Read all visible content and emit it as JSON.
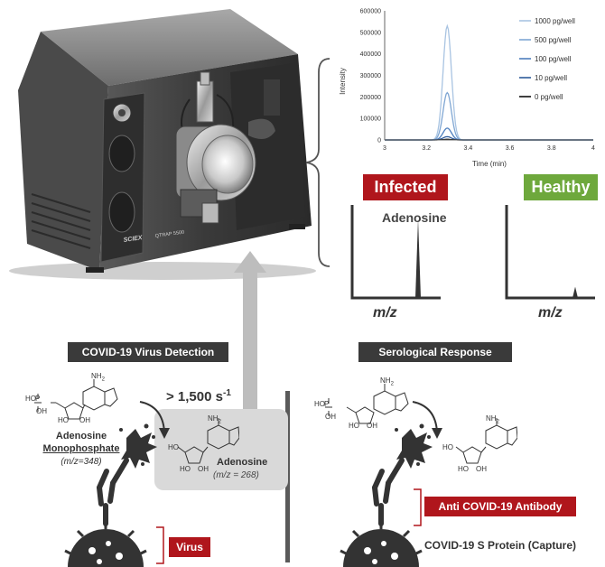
{
  "instrument": {
    "brand": "SCIEX",
    "model": "QTRAP 5500"
  },
  "chart_data": {
    "type": "line",
    "xlabel": "Time (min)",
    "ylabel": "Intensity",
    "xlim": [
      3,
      4
    ],
    "ylim": [
      0,
      600000
    ],
    "x_ticks": [
      "3",
      "3.2",
      "3.4",
      "3.6",
      "3.8",
      "4"
    ],
    "y_ticks": [
      "0",
      "100000",
      "200000",
      "300000",
      "400000",
      "500000",
      "600000"
    ],
    "peak_center": 3.3,
    "peak_width": 0.02,
    "legend_position": "top-right",
    "series": [
      {
        "name": "1000 pg/well",
        "color": "#a9c4e2",
        "peak": 530000
      },
      {
        "name": "500 pg/well",
        "color": "#7fa6d3",
        "peak": 220000
      },
      {
        "name": "100 pg/well",
        "color": "#4f7fbd",
        "peak": 55000
      },
      {
        "name": "10 pg/well",
        "color": "#2f5b9a",
        "peak": 15000
      },
      {
        "name": "0 pg/well",
        "color": "#111111",
        "peak": 3000
      }
    ]
  },
  "spectra": {
    "infected": {
      "label": "Infected",
      "color": "#b0161c",
      "analyte": "Adenosine",
      "axis_label": "m/z",
      "peak_fraction": 0.85
    },
    "healthy": {
      "label": "Healthy",
      "color": "#6ea83c",
      "axis_label": "m/z",
      "peak_fraction": 0.12
    }
  },
  "left_panel": {
    "title": "COVID-19 Virus Detection",
    "rate": "> 1,500 s",
    "rate_exp": "-1",
    "amp_name_1": "Adenosine",
    "amp_name_2": "Monophosphate",
    "amp_mz": "(m/z=348)",
    "adenosine_name": "Adenosine",
    "adenosine_mz": "(m/z = 268)",
    "virus_label": "Virus"
  },
  "right_panel": {
    "title": "Serological Response",
    "antibody_label": "Anti COVID-19 Antibody",
    "protein_label": "COVID-19 S Protein (Capture)"
  },
  "chem_labels": {
    "nh2": "NH",
    "nh2_sub": "2",
    "oh": "OH",
    "ho": "HO",
    "o": "O",
    "p": "P",
    "n": "N"
  },
  "colors": {
    "red": "#b0161c",
    "green": "#6ea83c",
    "dark": "#3a3a3a"
  }
}
